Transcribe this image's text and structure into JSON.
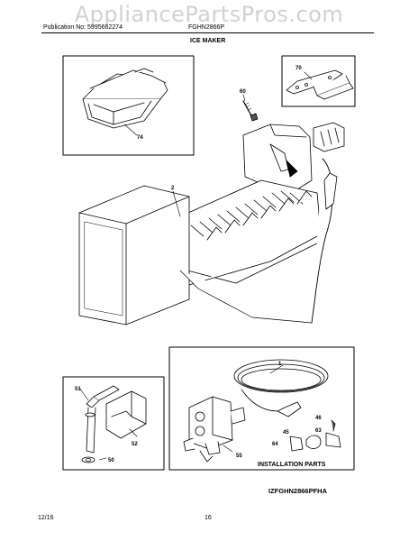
{
  "watermark": "AppliancePartsPros.com",
  "header": {
    "publication": "Publication No: 5995662274",
    "model": "FGHN2866P",
    "title": "ICE MAKER"
  },
  "callouts": {
    "c74": "74",
    "c70": "70",
    "c60": "60",
    "c2": "2",
    "c1": "1",
    "c51": "51",
    "c52": "52",
    "c50": "50",
    "c55": "55",
    "c46": "46",
    "c63": "63",
    "c45": "45",
    "c64": "64"
  },
  "installation_label": "INSTALLATION PARTS",
  "diagram_code": "IZFGHN2866PFHA",
  "footer": {
    "date": "12/16",
    "page": "16"
  }
}
